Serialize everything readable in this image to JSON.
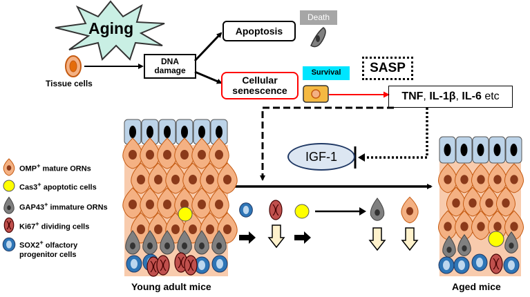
{
  "title_burst": "Aging",
  "tissue_label": "Tissue cells",
  "dna_damage_line1": "DNA",
  "dna_damage_line2": "damage",
  "apoptosis": "Apoptosis",
  "death": "Death",
  "senescence_line1": "Cellular",
  "senescence_line2": "senescence",
  "survival": "Survival",
  "sasp": "SASP",
  "cytokines": {
    "tnf": "TNF",
    "il1b": "IL-1β",
    "il6": "IL-6",
    "etc": "etc"
  },
  "igf1": "IGF-1",
  "legend": [
    {
      "id": "omp",
      "pre": "OMP",
      "sup": "+",
      "post": " mature ORNs",
      "post2": ""
    },
    {
      "id": "cas3",
      "pre": "Cas3",
      "sup": "+",
      "post": " apoptotic cells",
      "post2": ""
    },
    {
      "id": "gap43",
      "pre": "GAP43",
      "sup": "+",
      "post": " immature ORNs",
      "post2": ""
    },
    {
      "id": "ki67",
      "pre": "Ki67",
      "sup": "+",
      "post": " dividing cells",
      "post2": ""
    },
    {
      "id": "sox2",
      "pre": "SOX2",
      "sup": "+",
      "post": " olfactory",
      "post2": "progenitor cells"
    }
  ],
  "young_label": "Young adult mice",
  "aged_label": "Aged mice",
  "colors": {
    "burst_fill": "#c9efe4",
    "omp_fill": "#f4b183",
    "omp_nucleus": "#8b3a1a",
    "cas3": "#ffff00",
    "gap43": "#808080",
    "ki67": "#c0504d",
    "sox2": "#2e75b6",
    "sustentacular": "#bcd3e8",
    "survival_bg": "#00e5ff",
    "igf_fill": "#dce6f2",
    "igf_stroke": "#1f3864",
    "senescence_stroke": "#ff0000",
    "death_bg": "#a6a6a6",
    "arrow_fill": "#fff2cc"
  }
}
